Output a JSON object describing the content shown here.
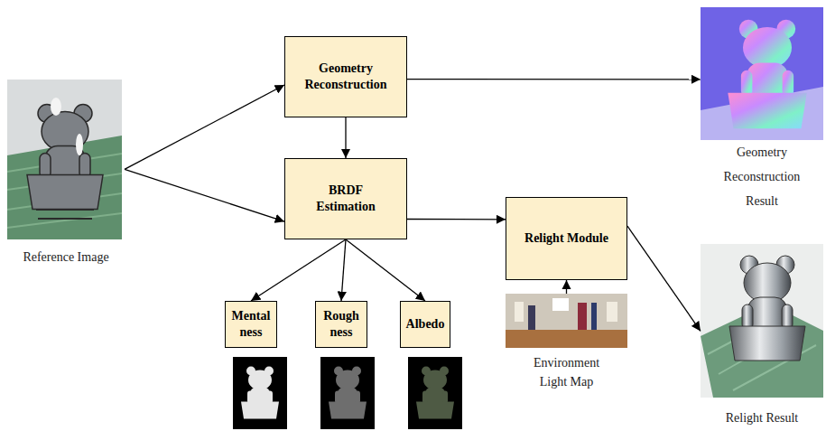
{
  "diagram": {
    "nodes": [
      {
        "text": [
          "Reference Image"
        ]
      },
      {
        "text": [
          "Geometry Reconstruction"
        ]
      },
      {
        "text": [
          "Geometry Reconstruction Result"
        ]
      },
      {
        "text": [
          "BRDF Estimation"
        ]
      },
      {
        "text": [
          "Relight Module"
        ]
      },
      {
        "text": [
          "Mental ness"
        ]
      },
      {
        "text": [
          "Rough ness"
        ]
      },
      {
        "text": [
          "Albedo"
        ]
      },
      {
        "text": [
          "Environment Light Map"
        ]
      },
      {
        "text": [
          "Relight Result"
        ]
      }
    ],
    "edges": [
      {
        "from": 0,
        "to": 1,
        "arrow": "to"
      },
      {
        "from": 0,
        "to": 3,
        "arrow": "to"
      },
      {
        "from": 1,
        "to": 2,
        "arrow": "to"
      },
      {
        "from": 1,
        "to": 3,
        "arrow": "to"
      },
      {
        "from": 3,
        "to": 4,
        "arrow": "to"
      },
      {
        "from": 3,
        "to": 5,
        "arrow": "to"
      },
      {
        "from": 3,
        "to": 6,
        "arrow": "to"
      },
      {
        "from": 3,
        "to": 7,
        "arrow": "to"
      },
      {
        "from": 8,
        "to": 4,
        "arrow": "to"
      },
      {
        "from": 4,
        "to": 9,
        "arrow": "to"
      }
    ]
  }
}
